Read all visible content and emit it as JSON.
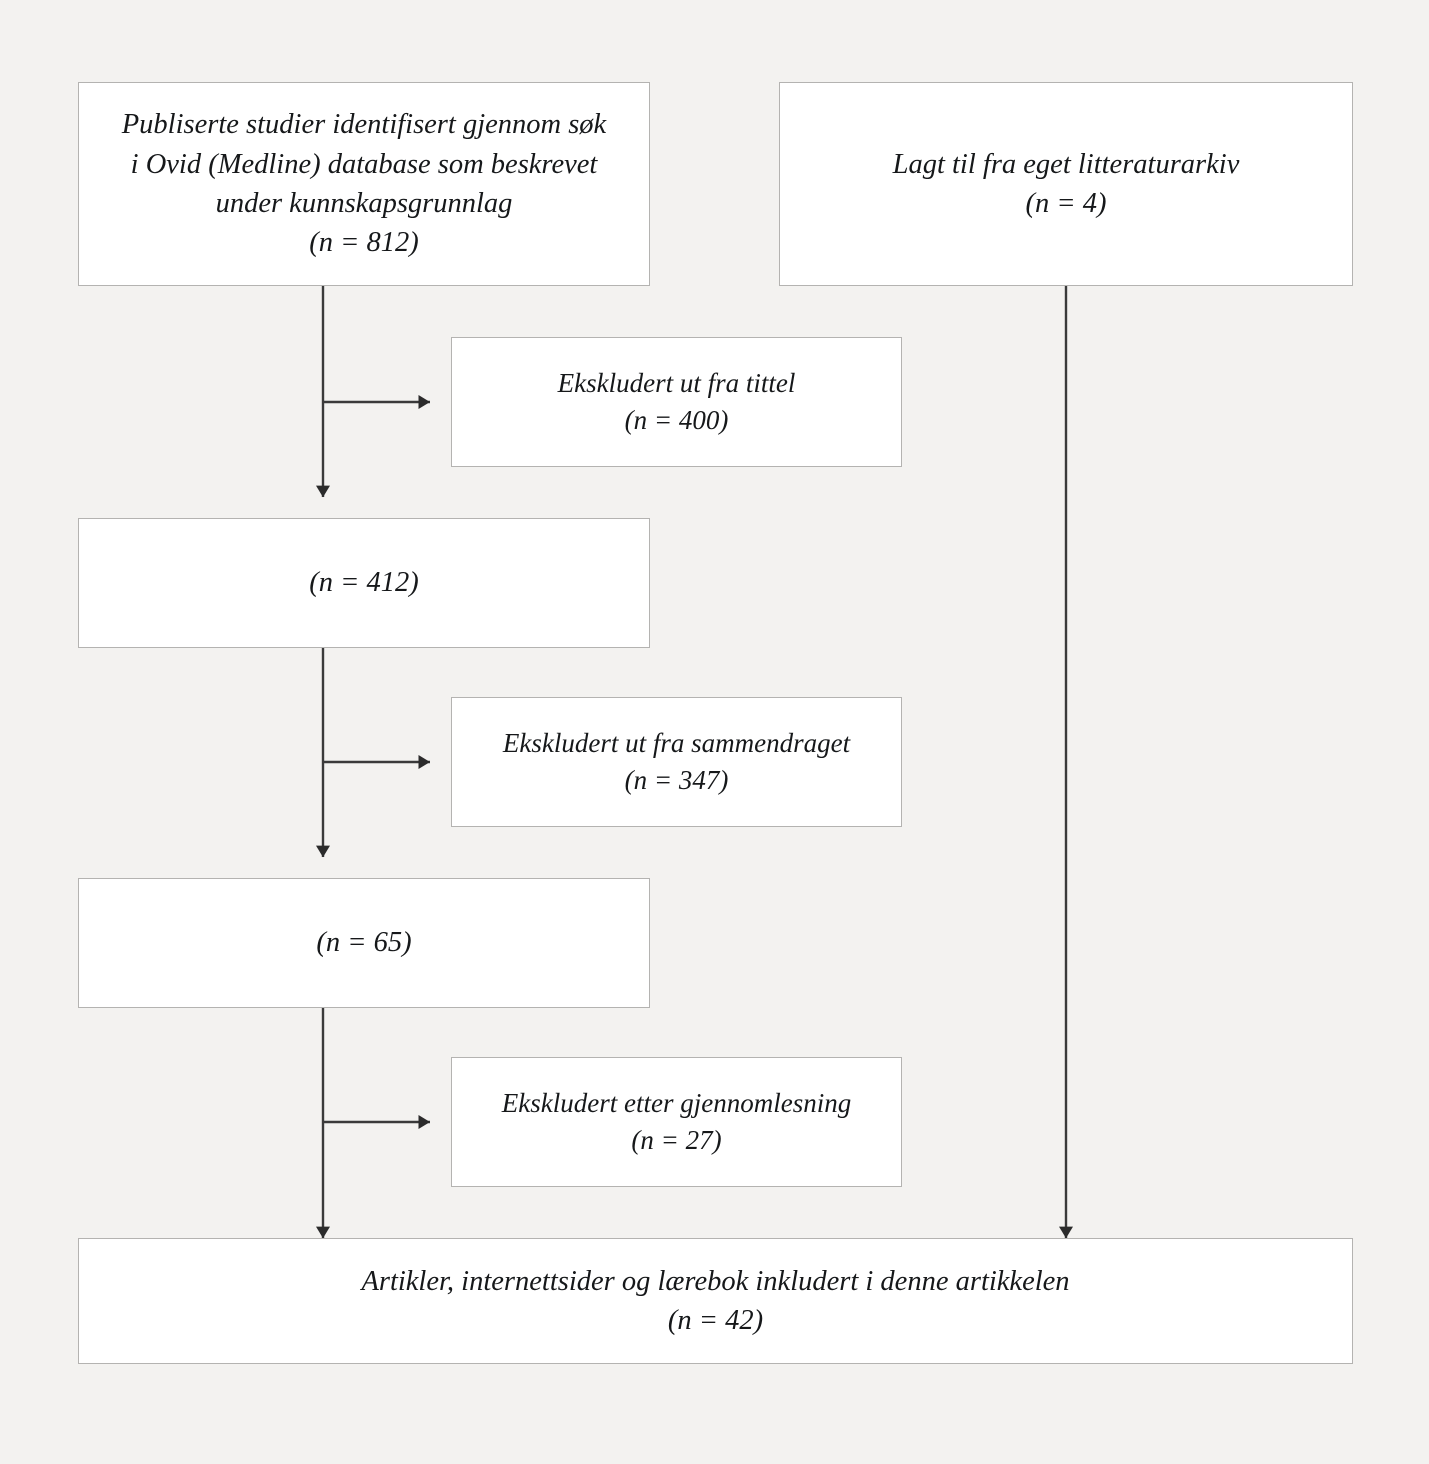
{
  "diagram": {
    "title": "PRISMA-style litteratursøk flytdiagram",
    "language": "no",
    "colors": {
      "background": "#f3f2f0",
      "box_fill": "#ffffff",
      "box_border": "#b4b3b1",
      "connector": "#3a3a3a",
      "text": "#16181a"
    }
  },
  "nodes": {
    "identified": {
      "id": "identified",
      "lines": [
        "Publiserte studier identifisert gjennom søk",
        "i  Ovid (Medline) database som beskrevet",
        "under kunnskapsgrunnlag"
      ],
      "count_label": "(n = 812)",
      "count": 812
    },
    "archive": {
      "id": "archive",
      "lines": [
        "Lagt til fra eget litteraturarkiv"
      ],
      "count_label": "(n = 4)",
      "count": 4
    },
    "excluded_title": {
      "id": "excluded_title",
      "lines": [
        "Ekskludert ut fra tittel"
      ],
      "count_label": "(n = 400)",
      "count": 400
    },
    "after_title": {
      "id": "after_title",
      "lines": [],
      "count_label": "(n = 412)",
      "count": 412
    },
    "excluded_abstract": {
      "id": "excluded_abstract",
      "lines": [
        "Ekskludert ut fra sammendraget"
      ],
      "count_label": "(n = 347)",
      "count": 347
    },
    "after_abstract": {
      "id": "after_abstract",
      "lines": [],
      "count_label": "(n = 65)",
      "count": 65
    },
    "excluded_fulltext": {
      "id": "excluded_fulltext",
      "lines": [
        "Ekskludert etter gjennomlesning"
      ],
      "count_label": "(n = 27)",
      "count": 27
    },
    "included": {
      "id": "included",
      "lines": [
        "Artikler, internettsider og lærebok inkludert i denne artikkelen"
      ],
      "count_label": "(n = 42)",
      "count": 42
    }
  },
  "connectors": [
    {
      "name": "identified-to-after-title",
      "from": "identified",
      "to": "after_title",
      "kind": "vertical-arrow"
    },
    {
      "name": "identified-to-excluded-title",
      "from": "identified",
      "to": "excluded_title",
      "kind": "branch-arrow"
    },
    {
      "name": "after-title-to-after-abstract",
      "from": "after_title",
      "to": "after_abstract",
      "kind": "vertical-arrow"
    },
    {
      "name": "after-title-to-excluded-abstract",
      "from": "after_title",
      "to": "excluded_abstract",
      "kind": "branch-arrow"
    },
    {
      "name": "after-abstract-to-included",
      "from": "after_abstract",
      "to": "included",
      "kind": "vertical-arrow"
    },
    {
      "name": "after-abstract-to-excl-fulltext",
      "from": "after_abstract",
      "to": "excluded_fulltext",
      "kind": "branch-arrow"
    },
    {
      "name": "archive-to-included",
      "from": "archive",
      "to": "included",
      "kind": "vertical-arrow"
    }
  ]
}
